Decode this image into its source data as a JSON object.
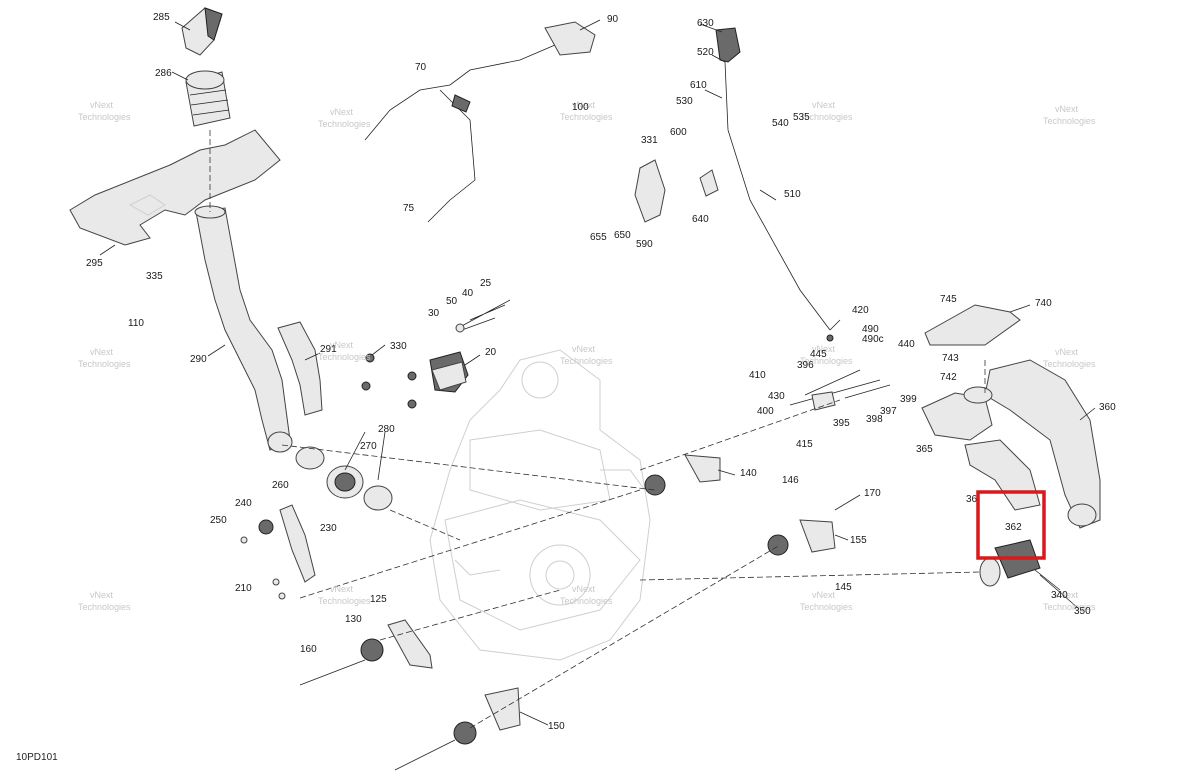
{
  "diagram_code": "10PD101",
  "watermark": {
    "line1": "vNext",
    "line2": "Technologies"
  },
  "highlight": {
    "label": "362",
    "color": "#d9191c"
  },
  "callouts": [
    "285",
    "286",
    "295",
    "290",
    "291",
    "335",
    "110",
    "330",
    "20",
    "25",
    "40",
    "50",
    "30",
    "70",
    "75",
    "90",
    "100",
    "630",
    "520",
    "610",
    "530",
    "540",
    "535",
    "600",
    "331",
    "590",
    "650",
    "655",
    "640",
    "510",
    "420",
    "490",
    "490c",
    "440",
    "445",
    "396",
    "410",
    "430",
    "400",
    "415",
    "395",
    "397",
    "398",
    "399",
    "745",
    "740",
    "743",
    "742",
    "360",
    "365",
    "362",
    "340",
    "350",
    "280",
    "270",
    "260",
    "240",
    "250",
    "230",
    "210",
    "140",
    "146",
    "170",
    "155",
    "145",
    "160",
    "130",
    "125",
    "150",
    "36"
  ]
}
